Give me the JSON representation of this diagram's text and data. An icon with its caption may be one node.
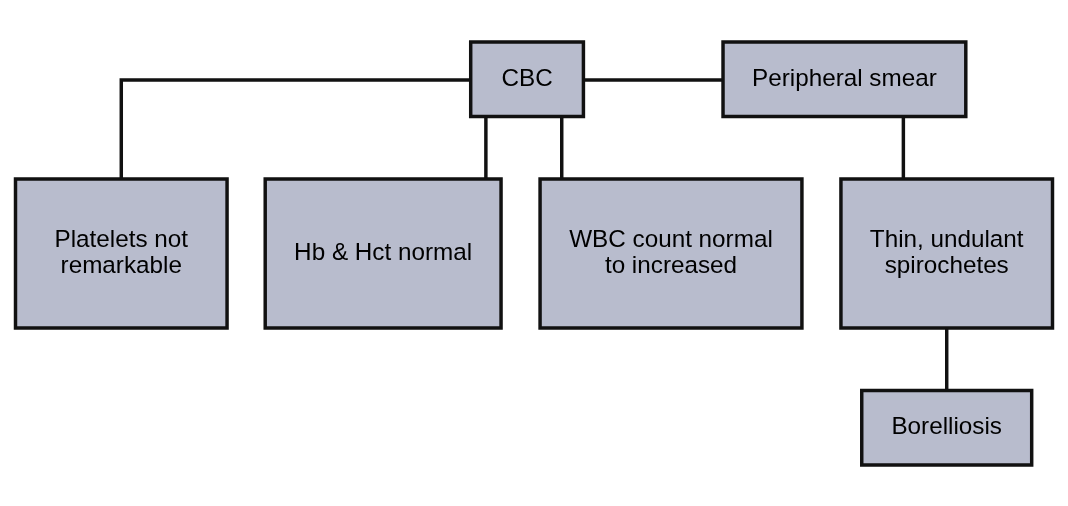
{
  "diagram": {
    "nodes": [
      {
        "text": [
          "CBC"
        ]
      },
      {
        "text": [
          "Peripheral smear"
        ]
      },
      {
        "text": [
          "Platelets not remarkable"
        ]
      },
      {
        "text": [
          "Hb & Hct normal"
        ]
      },
      {
        "text": [
          "WBC count normal to increased"
        ]
      },
      {
        "text": [
          "Thin, undulant spirochetes"
        ]
      },
      {
        "text": [
          "Borelliosis"
        ]
      }
    ],
    "edges": [
      {
        "from": 0,
        "to": 1,
        "arrow": "none"
      },
      {
        "from": 0,
        "to": 2,
        "arrow": "none"
      },
      {
        "from": 0,
        "to": 3,
        "arrow": "none"
      },
      {
        "from": 0,
        "to": 4,
        "arrow": "none"
      },
      {
        "from": 1,
        "to": 5,
        "arrow": "none"
      },
      {
        "from": 5,
        "to": 6,
        "arrow": "none"
      }
    ]
  }
}
